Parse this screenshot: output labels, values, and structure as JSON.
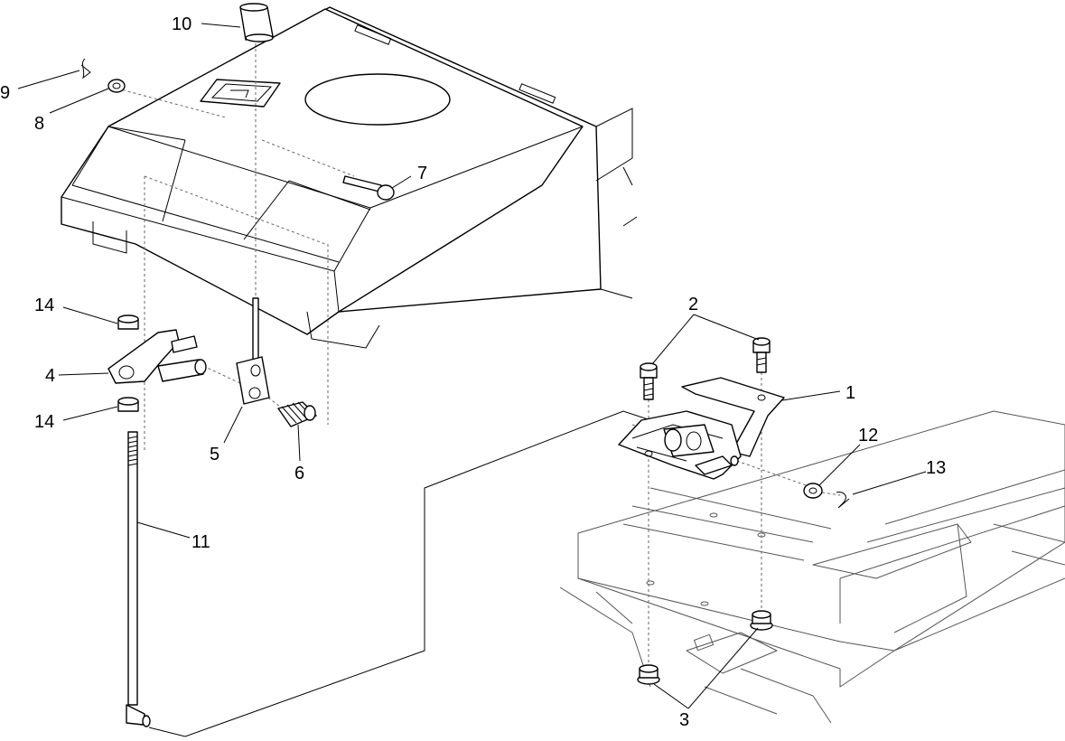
{
  "callouts": [
    {
      "id": "1",
      "label": "1"
    },
    {
      "id": "2",
      "label": "2"
    },
    {
      "id": "3",
      "label": "3"
    },
    {
      "id": "4",
      "label": "4"
    },
    {
      "id": "5",
      "label": "5"
    },
    {
      "id": "6",
      "label": "6"
    },
    {
      "id": "7",
      "label": "7"
    },
    {
      "id": "8",
      "label": "8"
    },
    {
      "id": "9",
      "label": "9"
    },
    {
      "id": "10",
      "label": "10"
    },
    {
      "id": "11",
      "label": "11"
    },
    {
      "id": "12",
      "label": "12"
    },
    {
      "id": "13",
      "label": "13"
    },
    {
      "id": "14a",
      "label": "14"
    },
    {
      "id": "14b",
      "label": "14"
    }
  ]
}
